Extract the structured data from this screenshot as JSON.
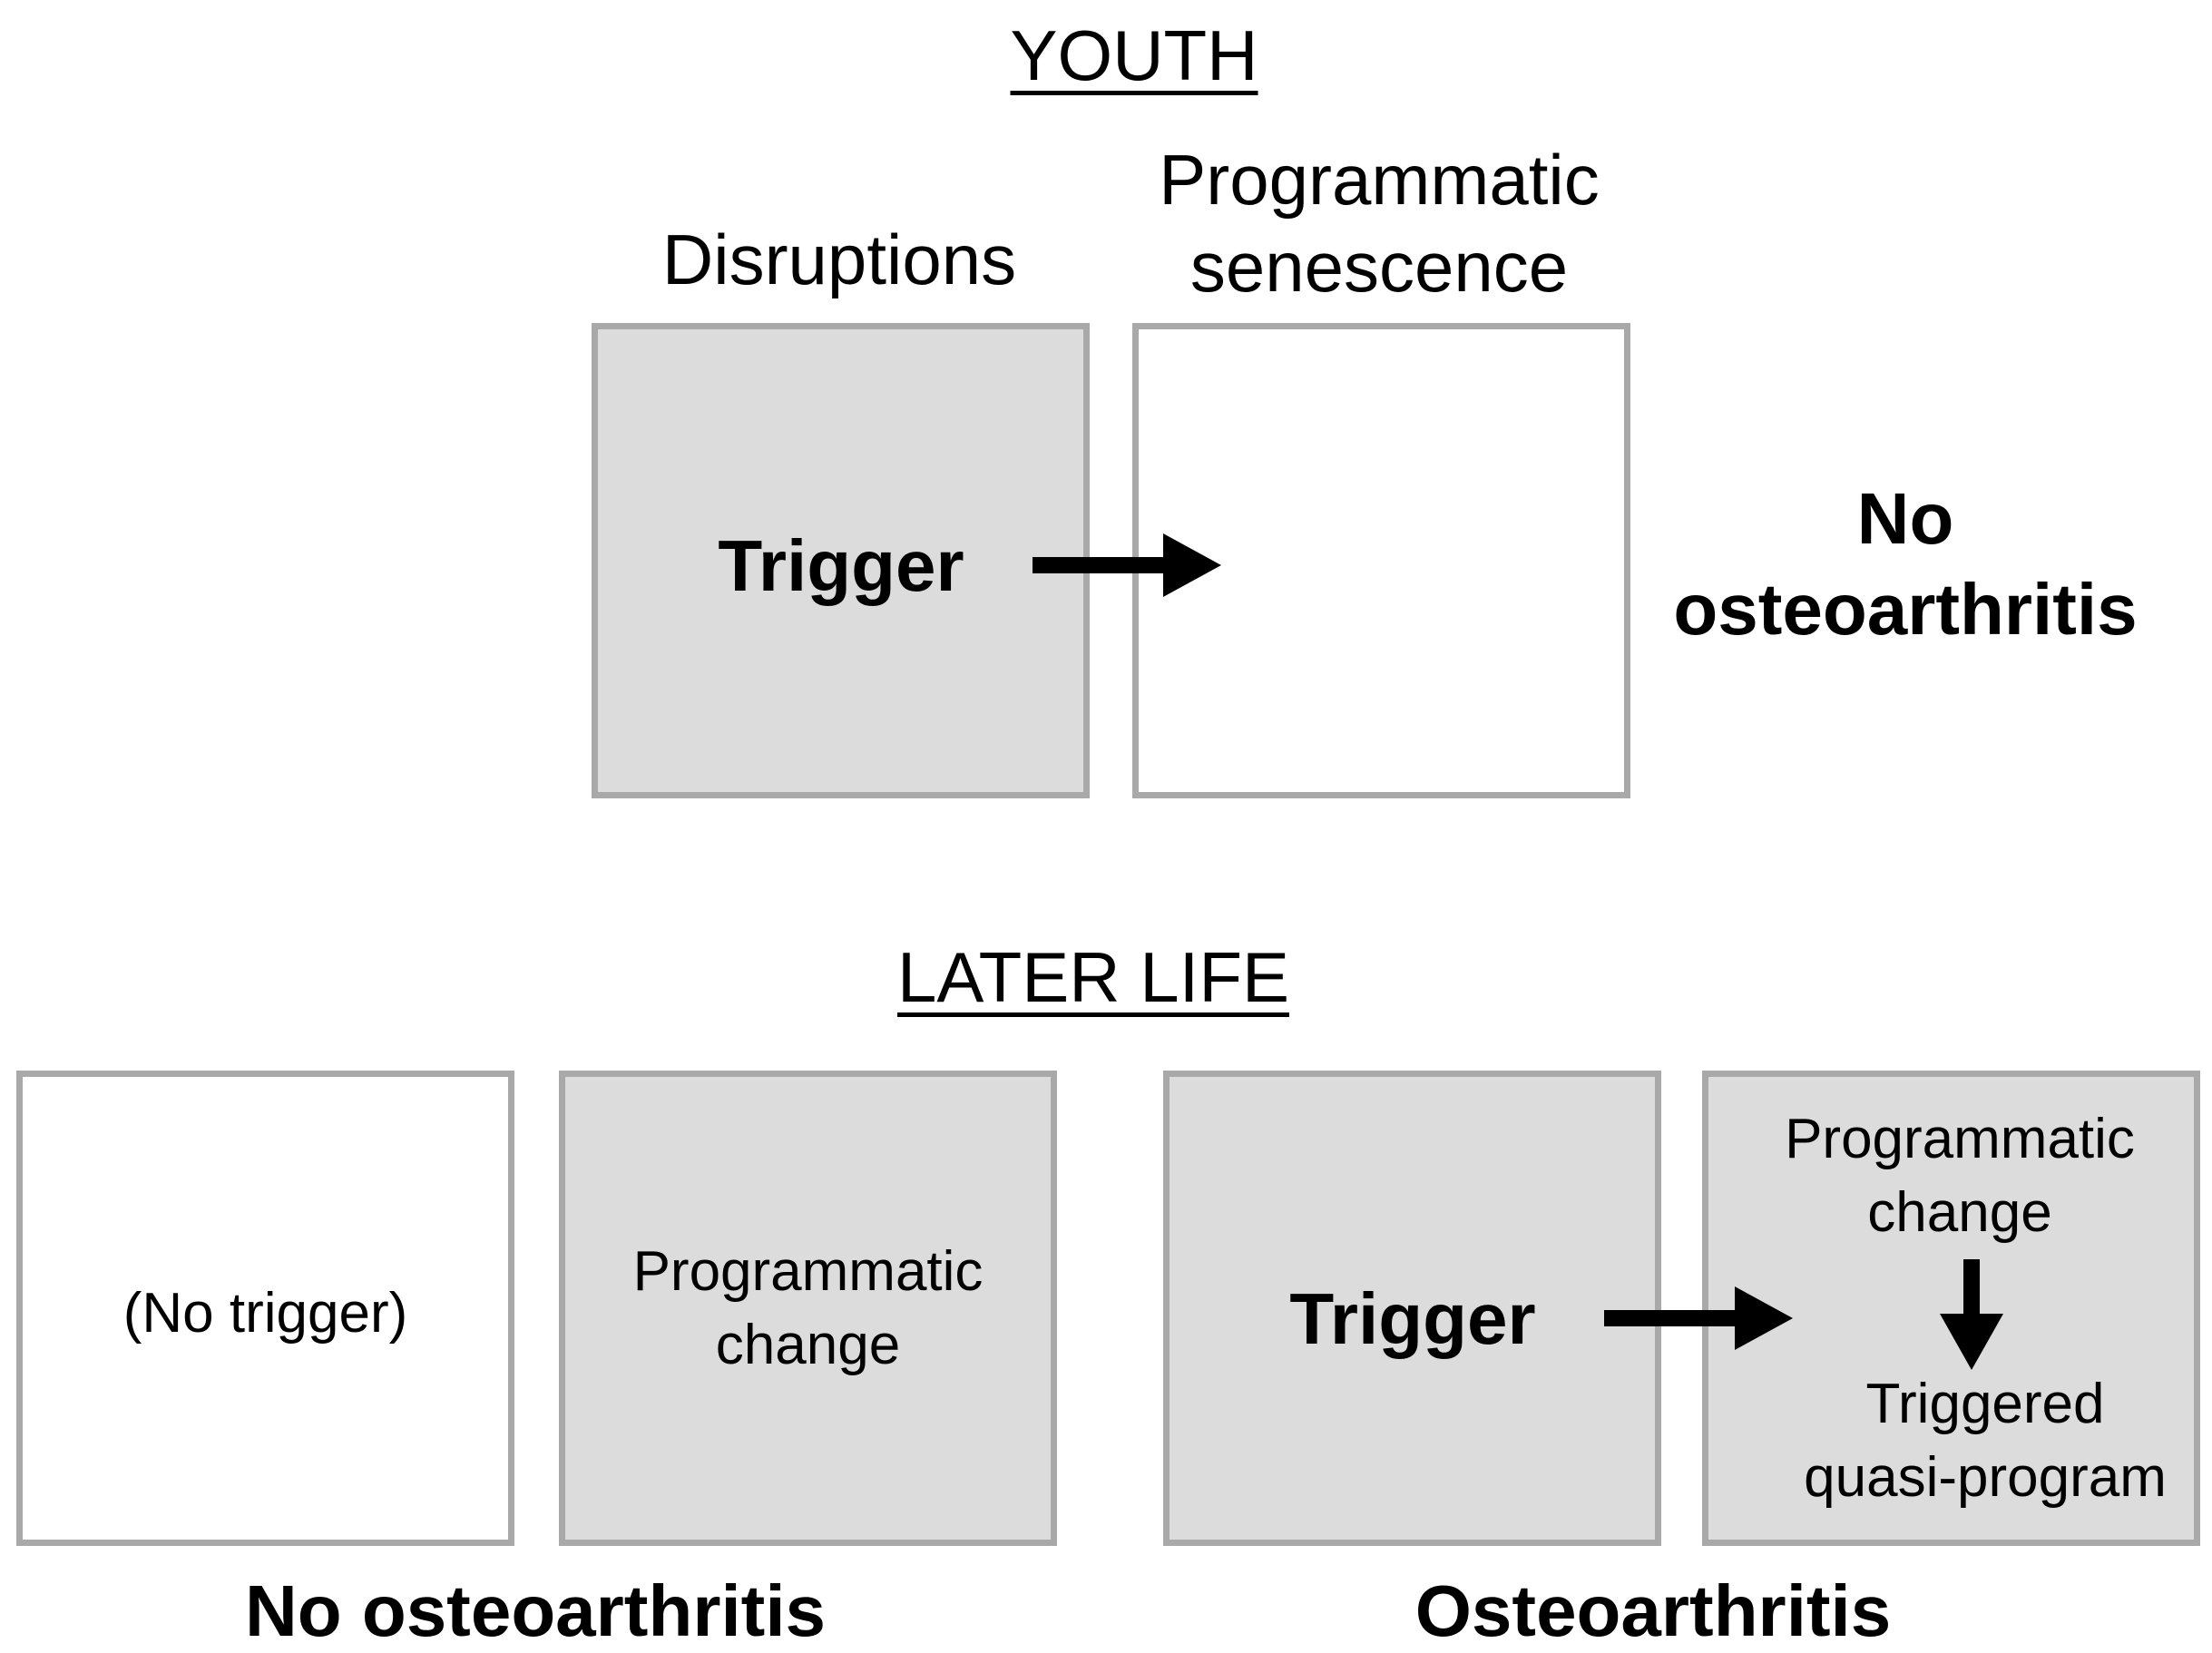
{
  "youth": {
    "heading": "YOUTH",
    "col_disruptions": "Disruptions",
    "col_programmatic_line1": "Programmatic",
    "col_programmatic_line2": "senescence",
    "trigger": "Trigger",
    "outcome_line1": "No",
    "outcome_line2": "osteoarthritis"
  },
  "later_life": {
    "heading": "LATER LIFE",
    "no_trigger": "(No trigger)",
    "prog_change_left_line1": "Programmatic",
    "prog_change_left_line2": "change",
    "outcome_left": "No osteoarthritis",
    "trigger": "Trigger",
    "prog_change_right_line1": "Programmatic",
    "prog_change_right_line2": "change",
    "triggered_line1": "Triggered",
    "triggered_line2": "quasi-program",
    "outcome_right": "Osteoarthritis"
  },
  "colors": {
    "box_border": "#a9a9a9",
    "box_fill_grey": "#dcdcdc",
    "box_fill_white": "#ffffff",
    "arrow": "#000000"
  }
}
